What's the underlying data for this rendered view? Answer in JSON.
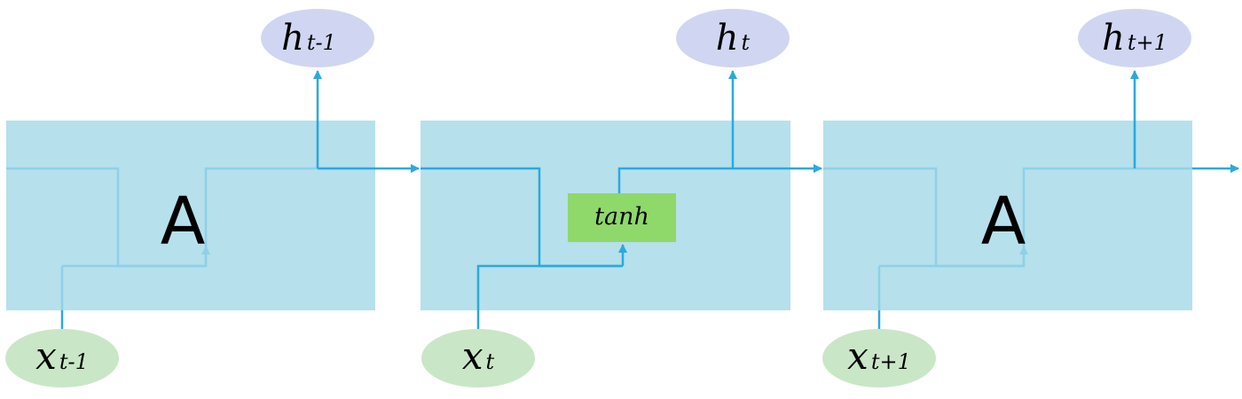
{
  "diagram": {
    "cells": [
      {
        "letter": "A",
        "output": {
          "base": "h",
          "sub": "t-1"
        },
        "input": {
          "base": "x",
          "sub": "t-1"
        }
      },
      {
        "activation": "tanh",
        "output": {
          "base": "h",
          "sub": "t"
        },
        "input": {
          "base": "x",
          "sub": "t"
        }
      },
      {
        "letter": "A",
        "output": {
          "base": "h",
          "sub": "t+1"
        },
        "input": {
          "base": "x",
          "sub": "t+1"
        }
      }
    ],
    "colors": {
      "cell_fill": "#b6e0ec",
      "line": "#2aa9df",
      "line_faded": "#8fd0e8",
      "output_node": "#d0d6f2",
      "input_node": "#c9e7c6",
      "activation_box": "#8fd86a",
      "letter": "#000000"
    }
  }
}
